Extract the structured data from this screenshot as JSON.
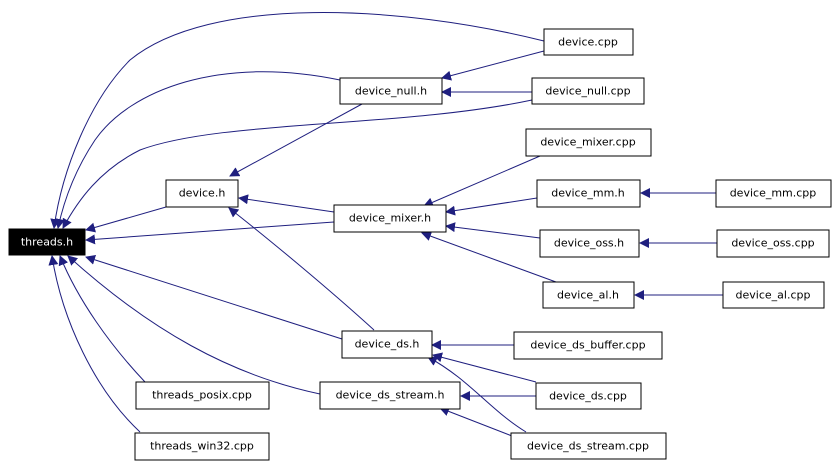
{
  "diagram": {
    "colors": {
      "edge": "#1f1f7f",
      "node_border": "#000000",
      "root_fill": "#000000",
      "root_text": "#ffffff"
    },
    "nodes": {
      "threads_h": "threads.h",
      "device_h": "device.h",
      "device_null_h": "device_null.h",
      "device_cpp": "device.cpp",
      "device_null_cpp": "device_null.cpp",
      "device_mixer_cpp": "device_mixer.cpp",
      "device_mixer_h": "device_mixer.h",
      "device_mm_h": "device_mm.h",
      "device_mm_cpp": "device_mm.cpp",
      "device_oss_h": "device_oss.h",
      "device_oss_cpp": "device_oss.cpp",
      "device_al_h": "device_al.h",
      "device_al_cpp": "device_al.cpp",
      "device_ds_h": "device_ds.h",
      "device_ds_buffer_cpp": "device_ds_buffer.cpp",
      "device_ds_cpp": "device_ds.cpp",
      "device_ds_stream_h": "device_ds_stream.h",
      "device_ds_stream_cpp": "device_ds_stream.cpp",
      "threads_posix_cpp": "threads_posix.cpp",
      "threads_win32_cpp": "threads_win32.cpp"
    }
  }
}
